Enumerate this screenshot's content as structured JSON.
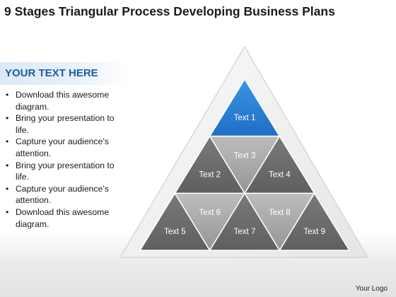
{
  "title": "9 Stages Triangular Process Developing Business Plans",
  "sidebar": {
    "heading": "YOUR TEXT HERE",
    "bullets": [
      "Download this awesome diagram.",
      "Bring your presentation to life.",
      "Capture your audience’s attention.",
      "Bring your presentation to life.",
      "Capture your audience’s attention.",
      "Download this awesome diagram."
    ]
  },
  "pyramid": {
    "stages": [
      {
        "label": "Text 1"
      },
      {
        "label": "Text 2"
      },
      {
        "label": "Text 3"
      },
      {
        "label": "Text 4"
      },
      {
        "label": "Text 5"
      },
      {
        "label": "Text 6"
      },
      {
        "label": "Text 7"
      },
      {
        "label": "Text 8"
      },
      {
        "label": "Text 9"
      }
    ],
    "colors": {
      "highlight": "#2f86d9",
      "dark": "#6f6f6f",
      "light": "#a3a3a3",
      "frame": "#f4f4f4"
    }
  },
  "footer": {
    "logo": "Your Logo"
  }
}
